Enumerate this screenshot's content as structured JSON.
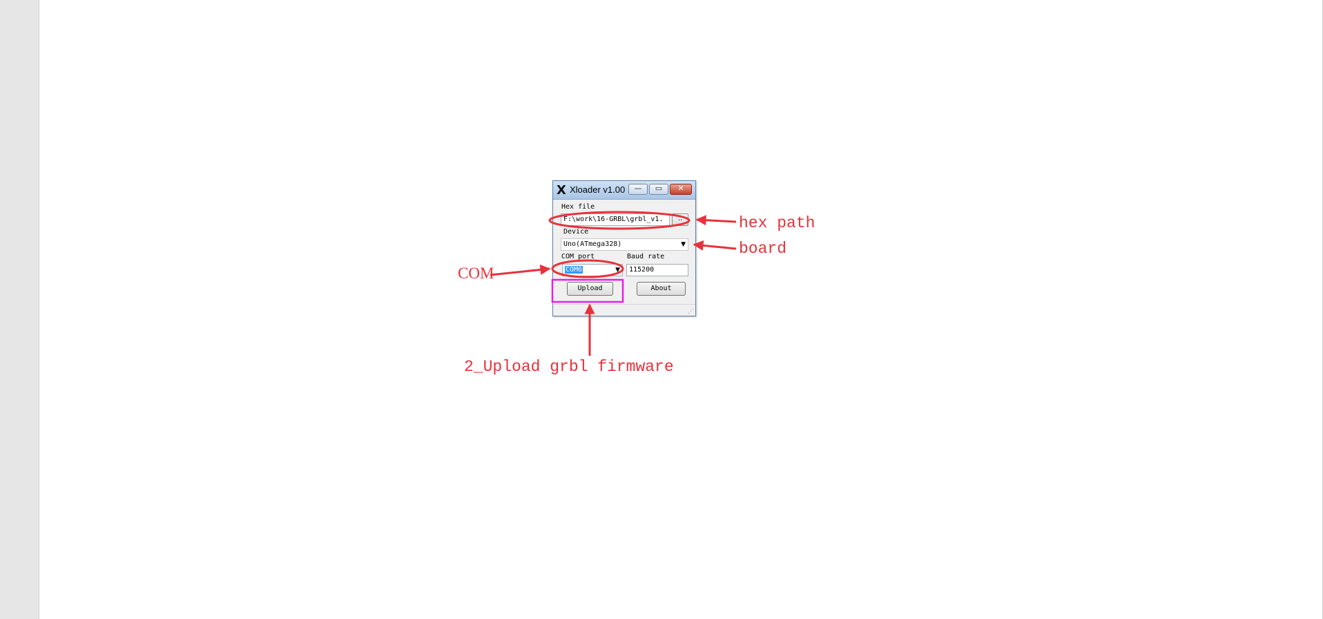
{
  "window": {
    "title": "Xloader v1.00",
    "icon": "x-logo-icon",
    "controls": {
      "minimize": "—",
      "maximize": "▭",
      "close": "✕"
    }
  },
  "hex_file": {
    "label": "Hex file",
    "value": "F:\\work\\16-GRBL\\grbl_v1.",
    "browse_label": ".."
  },
  "device": {
    "label": "Device",
    "value": "Uno(ATmega328)"
  },
  "com_port": {
    "label": "COM port",
    "value": "COM6"
  },
  "baud_rate": {
    "label": "Baud rate",
    "value": "115200"
  },
  "buttons": {
    "upload": "Upload",
    "about": "About"
  },
  "annotations": {
    "hex_path": "hex path",
    "board": "board",
    "com": "COM",
    "upload_note": "2_Upload grbl firmware"
  },
  "colors": {
    "annotation_red": "#e8313a",
    "highlight_magenta": "#e61ee6"
  }
}
